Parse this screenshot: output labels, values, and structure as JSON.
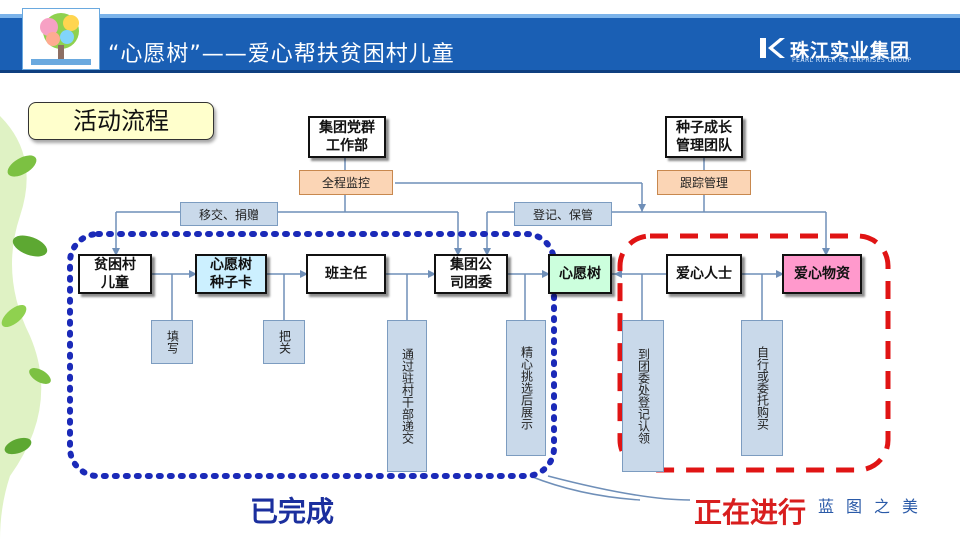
{
  "header": {
    "title": "“心愿树”——爱心帮扶贫困村儿童",
    "brand_name": "珠江实业集团",
    "brand_sub": "PEARL RIVER ENTERPRISES GROUP"
  },
  "section_label": "活动流程",
  "boxes": {
    "party": "集团党群\n工作部",
    "seed_team": "种子成长\n管理团队",
    "children": "贫困村\n儿童",
    "wish_card": "心愿树\n种子卡",
    "teacher": "班主任",
    "youth_league": "集团公\n司团委",
    "wish_tree": "心愿树",
    "donors": "爱心人士",
    "goods": "爱心物资"
  },
  "tags": {
    "monitor": "全程监控",
    "tracking": "跟踪管理",
    "transfer": "移交、捐赠",
    "register": "登记、保管",
    "fill": "填写",
    "check": "把关",
    "submit": "通过驻村干部递交",
    "select": "精心挑选后展示",
    "claim": "到团委处登记认领",
    "buy": "自行或委托购买"
  },
  "status": {
    "done": "已完成",
    "in_progress": "正在进行"
  },
  "footer": "蓝图之美",
  "colors": {
    "header_blue": "#1a5fb4",
    "done_border": "#1b2ab8",
    "progress_border": "#e01414",
    "tag_fill": "#c9d9ea",
    "orange_fill": "#fbd5b5",
    "wish_card_fill": "#ccf0ff",
    "wish_tree_fill": "#ccffdd",
    "goods_fill": "#ff99cc"
  }
}
